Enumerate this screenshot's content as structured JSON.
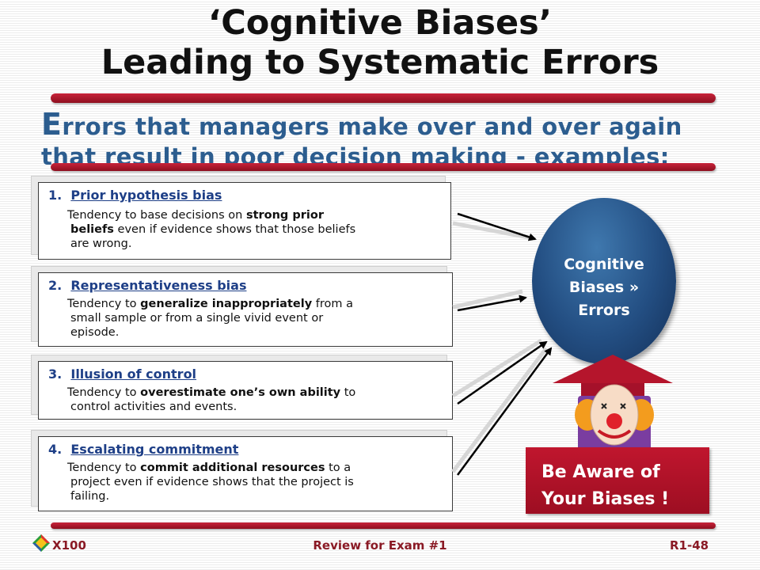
{
  "slide": {
    "title_line1": "‘Cognitive Biases’",
    "title_line2": "Leading to Systematic Errors",
    "subtitle_cap": "E",
    "subtitle_line1_rest": "rrors that managers make over and over again",
    "subtitle_line2": "that result in poor decision making - examples:"
  },
  "biases": [
    {
      "number": "1.",
      "name": "Prior hypothesis bias",
      "segments": [
        {
          "text": "Tendency to base decisions on ",
          "bold": false
        },
        {
          "text": "strong prior beliefs",
          "bold": true
        },
        {
          "text": " even if evidence shows that those beliefs are wrong.",
          "bold": false
        }
      ],
      "lines": [
        [
          [
            "Tendency to base decisions on ",
            false
          ],
          [
            "strong prior",
            true
          ]
        ],
        [
          [
            "beliefs",
            true
          ],
          [
            " even if evidence shows that those beliefs",
            false
          ]
        ],
        [
          [
            "are wrong.",
            false
          ]
        ]
      ]
    },
    {
      "number": "2.",
      "name": "Representativeness bias",
      "lines": [
        [
          [
            "Tendency to ",
            false
          ],
          [
            "generalize inappropriately",
            true
          ],
          [
            " from a",
            false
          ]
        ],
        [
          [
            "small sample or from a single vivid event or",
            false
          ]
        ],
        [
          [
            "episode.",
            false
          ]
        ]
      ]
    },
    {
      "number": "3.",
      "name": "Illusion of control",
      "lines": [
        [
          [
            "Tendency to ",
            false
          ],
          [
            "overestimate one’s own ability",
            true
          ],
          [
            " to",
            false
          ]
        ],
        [
          [
            "control activities and events.",
            false
          ]
        ]
      ]
    },
    {
      "number": "4.",
      "name": "Escalating commitment",
      "lines": [
        [
          [
            "Tendency to ",
            false
          ],
          [
            "commit additional resources",
            true
          ],
          [
            " to a",
            false
          ]
        ],
        [
          [
            "project even if evidence shows that the project is",
            false
          ]
        ],
        [
          [
            "failing.",
            false
          ]
        ]
      ]
    }
  ],
  "oval": {
    "line1": "Cognitive",
    "line2": "Biases »",
    "line3": "Errors"
  },
  "aware": {
    "line1": "Be Aware of",
    "line2": "Your Biases !"
  },
  "footer": {
    "left": "X100",
    "center": "Review for Exam #1",
    "right": "R1-48"
  },
  "colors": {
    "title": "#111111",
    "subtitle": "#2c5d8f",
    "heading": "#1e3f87",
    "accent_red": "#b5152c",
    "oval_blue": "#234e82"
  }
}
